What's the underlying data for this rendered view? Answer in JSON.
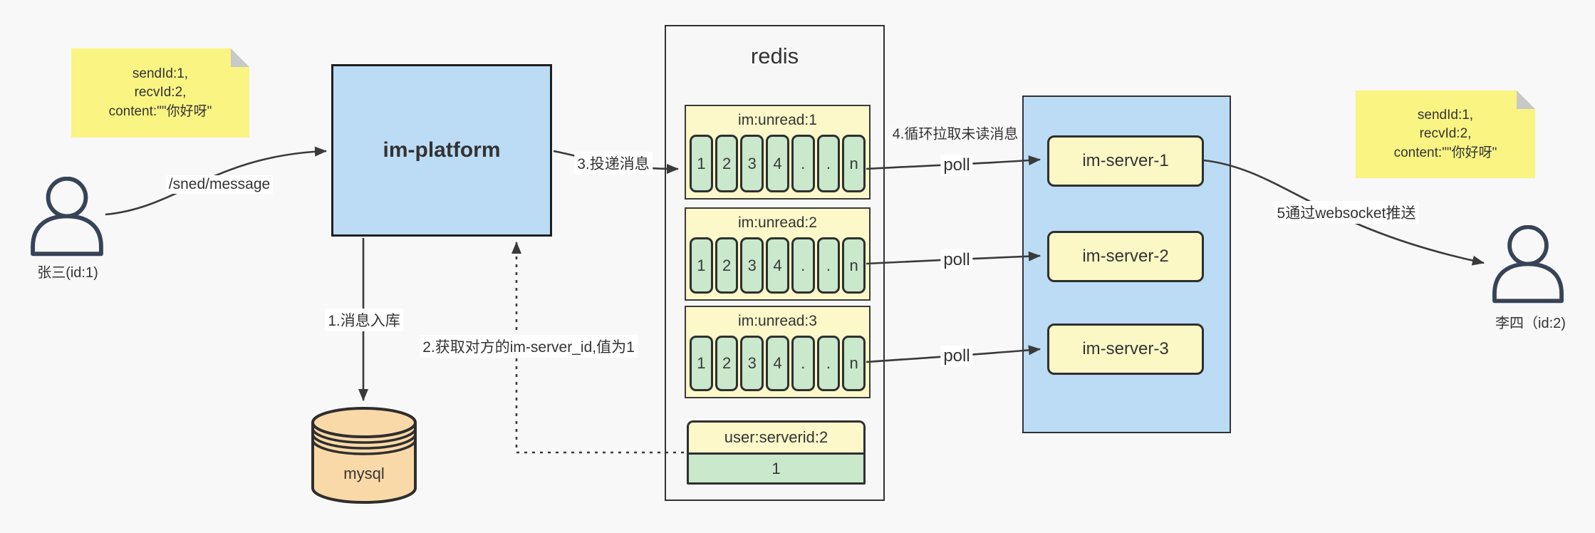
{
  "diagram_title": "im message delivery flow",
  "colors": {
    "canvas_bg": "#f8f8f8",
    "platform_blue": "#bcdcf6",
    "queue_yellow": "#fcf8c9",
    "cell_green": "#cae8cc",
    "server_yellow": "#fcf8c5",
    "note_yellow": "#faf483",
    "mysql_orange": "#fad9a8",
    "edge_stroke": "#3a3a3a",
    "person_stroke": "#374357"
  },
  "note_left": {
    "lines": [
      "sendId:1,",
      "recvId:2,",
      "content:\"\"你好呀\""
    ]
  },
  "note_right": {
    "lines": [
      "sendId:1,",
      "recvId:2,",
      "content:\"\"你好呀\""
    ]
  },
  "sender": {
    "label": "张三(id:1)"
  },
  "receiver": {
    "label": "李四（id:2)"
  },
  "platform": {
    "label": "im-platform"
  },
  "mysql": {
    "label": "mysql"
  },
  "redis": {
    "title": "redis",
    "queues": [
      {
        "name": "im:unread:1",
        "cells": [
          "1",
          "2",
          "3",
          "4",
          ".",
          ".",
          "n"
        ]
      },
      {
        "name": "im:unread:2",
        "cells": [
          "1",
          "2",
          "3",
          "4",
          ".",
          ".",
          "n"
        ]
      },
      {
        "name": "im:unread:3",
        "cells": [
          "1",
          "2",
          "3",
          "4",
          ".",
          ".",
          "n"
        ]
      }
    ],
    "kv": {
      "name": "user:serverid:2",
      "value": "1"
    }
  },
  "servers": [
    {
      "label": "im-server-1"
    },
    {
      "label": "im-server-2"
    },
    {
      "label": "im-server-3"
    }
  ],
  "edges": {
    "send": "/sned/message",
    "store": "1.消息入库",
    "get_server_id": "2.获取对方的im-server_id,值为1",
    "deliver": "3.投递消息",
    "pull": "4.循环拉取未读消息",
    "poll_label": "poll",
    "push": "5通过websocket推送"
  }
}
